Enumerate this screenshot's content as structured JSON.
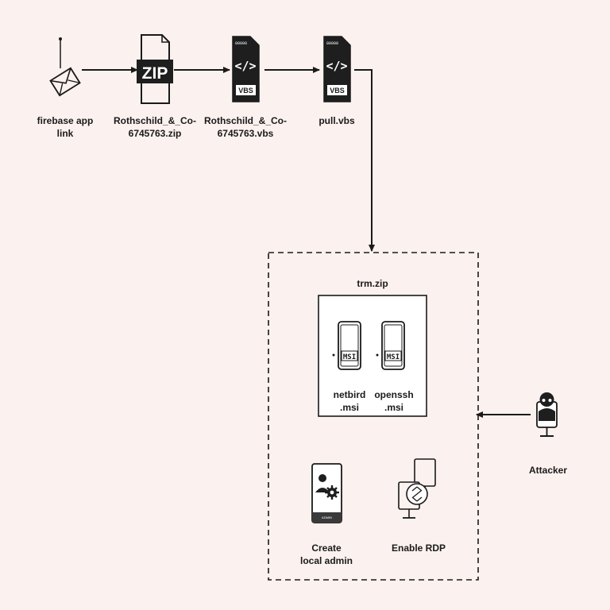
{
  "nodes": {
    "email": {
      "label_lines": [
        "firebase app",
        "link"
      ]
    },
    "zip": {
      "label_lines": [
        "Rothschild_&_Co-",
        "6745763.zip"
      ],
      "icon_text": "ZIP"
    },
    "vbs1": {
      "label_lines": [
        "Rothschild_&_Co-",
        "6745763.vbs"
      ],
      "icon_text": "VBS",
      "tiny_text": "00000"
    },
    "vbs2": {
      "label": "pull.vbs",
      "icon_text": "VBS",
      "tiny_text": "00000"
    },
    "trm": {
      "label": "trm.zip"
    },
    "netbird": {
      "label_lines": [
        "netbird",
        ".msi"
      ],
      "icon_text": "MSI"
    },
    "openssh": {
      "label_lines": [
        "openssh",
        ".msi"
      ],
      "icon_text": "MSI"
    },
    "admin": {
      "label_lines": [
        "Create",
        "local admin"
      ],
      "tiny_text": "ADMIN"
    },
    "rdp": {
      "label": "Enable RDP"
    },
    "attacker": {
      "label": "Attacker"
    }
  },
  "colors": {
    "background": "#fbf1ee",
    "ink": "#1a1a1a",
    "icon_fill": "#1e1e1e",
    "box_fill": "#ffffff"
  },
  "icons": [
    "envelope-icon",
    "zip-file-icon",
    "vbs-file-icon",
    "msi-file-icon",
    "admin-monitor-icon",
    "remote-desktop-icon",
    "attacker-icon"
  ]
}
